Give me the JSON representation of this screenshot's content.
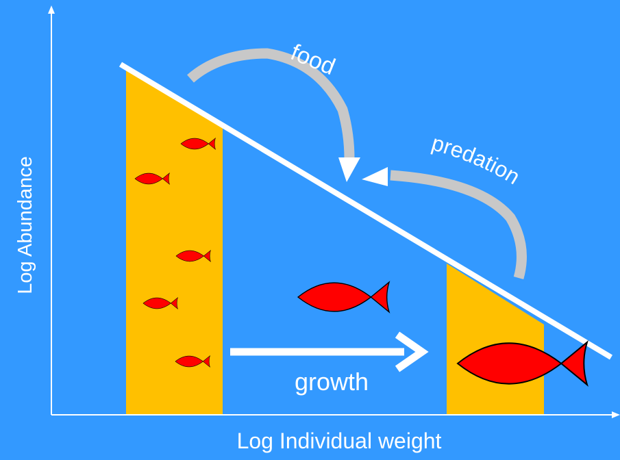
{
  "labels": {
    "y_axis": "Log Abundance",
    "x_axis": "Log Individual weight",
    "food": "food",
    "predation": "predation",
    "growth": "growth"
  },
  "colors": {
    "background": "#3399ff",
    "bar": "#ffc000",
    "line": "#ffffff",
    "fish": "#ff0000",
    "curved_arrow": "#c8c8c8"
  }
}
